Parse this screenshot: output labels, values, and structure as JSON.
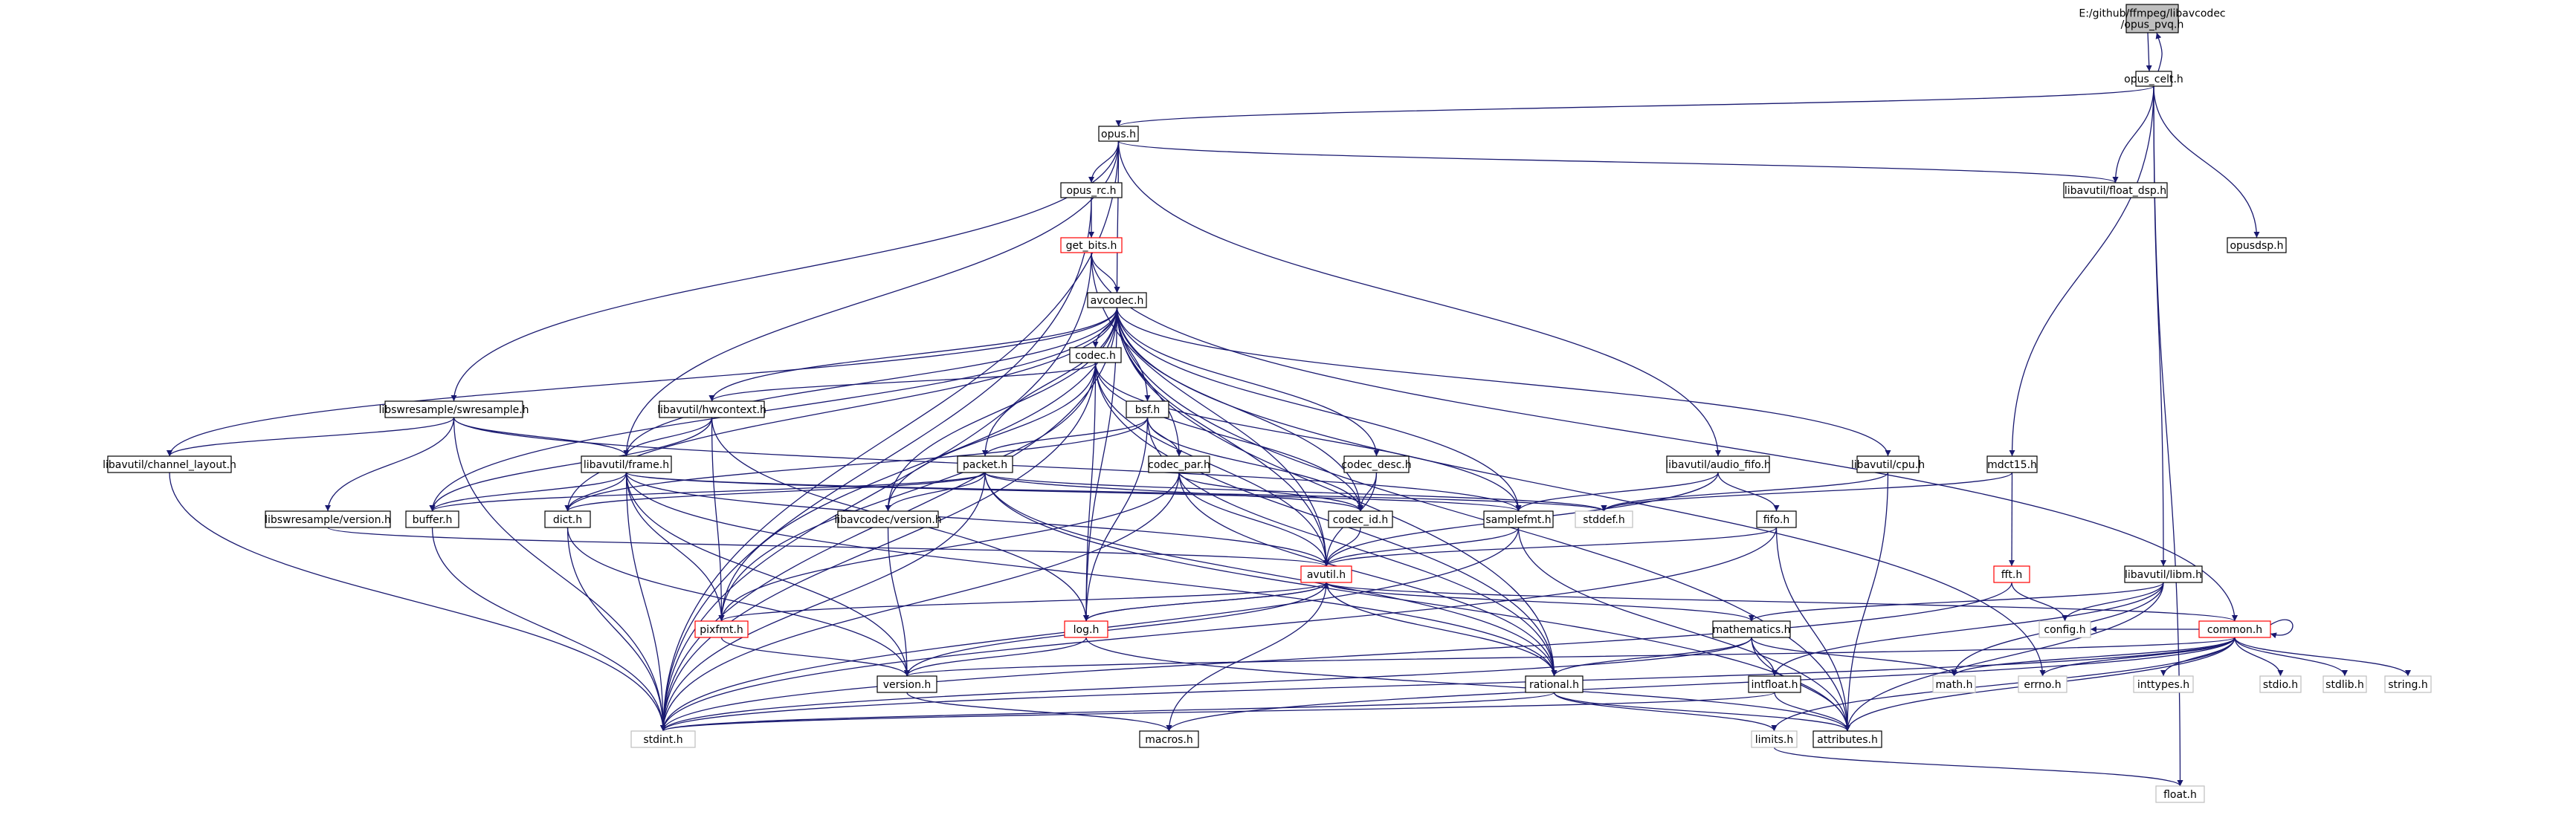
{
  "colors": {
    "edge": "#191970",
    "node_border": "#000000",
    "node_border_missing": "#ff0000",
    "root_fill": "#bfbfbf",
    "node_fill": "#ffffff",
    "missing_text": "#a0a0a0"
  },
  "root": {
    "lines": [
      "E:/github/ffmpeg/libavcodec",
      "/opus_pvq.h"
    ]
  },
  "nodes": {
    "opus_celt": "opus_celt.h",
    "opus": "opus.h",
    "opus_rc": "opus_rc.h",
    "float_dsp": "libavutil/float_dsp.h",
    "opusdsp": "opusdsp.h",
    "get_bits": "get_bits.h",
    "avcodec": "avcodec.h",
    "codec": "codec.h",
    "swresample": "libswresample/swresample.h",
    "hwcontext": "libavutil/hwcontext.h",
    "bsf": "bsf.h",
    "channel_layout": "libavutil/channel_layout.h",
    "frame": "libavutil/frame.h",
    "packet": "packet.h",
    "codec_par": "codec_par.h",
    "codec_desc": "codec_desc.h",
    "audio_fifo": "libavutil/audio_fifo.h",
    "cpu": "libavutil/cpu.h",
    "mdct15": "mdct15.h",
    "sw_version": "libswresample/version.h",
    "buffer": "buffer.h",
    "dict": "dict.h",
    "lc_version": "libavcodec/version.h",
    "codec_id": "codec_id.h",
    "samplefmt": "samplefmt.h",
    "stddef": "stddef.h",
    "fifo": "fifo.h",
    "avutil": "avutil.h",
    "fft": "fft.h",
    "libm": "libavutil/libm.h",
    "pixfmt": "pixfmt.h",
    "log": "log.h",
    "mathematics": "mathematics.h",
    "config": "config.h",
    "common": "common.h",
    "version": "version.h",
    "rational": "rational.h",
    "intfloat": "intfloat.h",
    "math": "math.h",
    "errno": "errno.h",
    "inttypes": "inttypes.h",
    "stdio": "stdio.h",
    "stdlib": "stdlib.h",
    "string": "string.h",
    "stdint": "stdint.h",
    "macros": "macros.h",
    "limits": "limits.h",
    "attributes": "attributes.h",
    "float": "float.h"
  },
  "missing": [
    "get_bits",
    "avutil",
    "fft",
    "pixfmt",
    "log",
    "common"
  ],
  "unlinked": [
    "stddef",
    "config",
    "math",
    "errno",
    "inttypes",
    "stdio",
    "stdlib",
    "string",
    "stdint",
    "limits",
    "float"
  ],
  "edges": [
    [
      "root",
      "opus_celt"
    ],
    [
      "opus_celt",
      "root"
    ],
    [
      "opus_celt",
      "opus"
    ],
    [
      "opus_celt",
      "float_dsp"
    ],
    [
      "opus_celt",
      "opusdsp"
    ],
    [
      "opus_celt",
      "mdct15"
    ],
    [
      "opus_celt",
      "libm"
    ],
    [
      "opus_celt",
      "float"
    ],
    [
      "opus",
      "opus_rc"
    ],
    [
      "opus",
      "avcodec"
    ],
    [
      "opus",
      "swresample"
    ],
    [
      "opus",
      "frame"
    ],
    [
      "opus",
      "audio_fifo"
    ],
    [
      "opus",
      "float_dsp"
    ],
    [
      "opus",
      "stdint"
    ],
    [
      "opus_rc",
      "get_bits"
    ],
    [
      "opus_rc",
      "stdint"
    ],
    [
      "get_bits",
      "avcodec"
    ],
    [
      "get_bits",
      "avutil"
    ],
    [
      "get_bits",
      "common"
    ],
    [
      "get_bits",
      "stdint"
    ],
    [
      "avcodec",
      "codec"
    ],
    [
      "avcodec",
      "hwcontext"
    ],
    [
      "avcodec",
      "bsf"
    ],
    [
      "avcodec",
      "frame"
    ],
    [
      "avcodec",
      "channel_layout"
    ],
    [
      "avcodec",
      "packet"
    ],
    [
      "avcodec",
      "codec_par"
    ],
    [
      "avcodec",
      "codec_desc"
    ],
    [
      "avcodec",
      "codec_id"
    ],
    [
      "avcodec",
      "lc_version"
    ],
    [
      "avcodec",
      "samplefmt"
    ],
    [
      "avcodec",
      "cpu"
    ],
    [
      "avcodec",
      "dict"
    ],
    [
      "avcodec",
      "buffer"
    ],
    [
      "avcodec",
      "pixfmt"
    ],
    [
      "avcodec",
      "log"
    ],
    [
      "avcodec",
      "avutil"
    ],
    [
      "avcodec",
      "rational"
    ],
    [
      "avcodec",
      "attributes"
    ],
    [
      "avcodec",
      "errno"
    ],
    [
      "avcodec",
      "stdint"
    ],
    [
      "codec",
      "hwcontext"
    ],
    [
      "codec",
      "codec_id"
    ],
    [
      "codec",
      "lc_version"
    ],
    [
      "codec",
      "samplefmt"
    ],
    [
      "codec",
      "avutil"
    ],
    [
      "codec",
      "log"
    ],
    [
      "codec",
      "pixfmt"
    ],
    [
      "codec",
      "rational"
    ],
    [
      "codec",
      "stdint"
    ],
    [
      "swresample",
      "channel_layout"
    ],
    [
      "swresample",
      "frame"
    ],
    [
      "swresample",
      "sw_version"
    ],
    [
      "swresample",
      "samplefmt"
    ],
    [
      "swresample",
      "stdint"
    ],
    [
      "hwcontext",
      "frame"
    ],
    [
      "hwcontext",
      "buffer"
    ],
    [
      "hwcontext",
      "pixfmt"
    ],
    [
      "hwcontext",
      "log"
    ],
    [
      "bsf",
      "packet"
    ],
    [
      "bsf",
      "codec_par"
    ],
    [
      "bsf",
      "codec_id"
    ],
    [
      "bsf",
      "dict"
    ],
    [
      "bsf",
      "log"
    ],
    [
      "bsf",
      "rational"
    ],
    [
      "channel_layout",
      "stdint"
    ],
    [
      "frame",
      "buffer"
    ],
    [
      "frame",
      "dict"
    ],
    [
      "frame",
      "stddef"
    ],
    [
      "frame",
      "avutil"
    ],
    [
      "frame",
      "pixfmt"
    ],
    [
      "frame",
      "samplefmt"
    ],
    [
      "frame",
      "rational"
    ],
    [
      "frame",
      "stdint"
    ],
    [
      "frame",
      "version"
    ],
    [
      "packet",
      "buffer"
    ],
    [
      "packet",
      "dict"
    ],
    [
      "packet",
      "lc_version"
    ],
    [
      "packet",
      "codec_id"
    ],
    [
      "packet",
      "stddef"
    ],
    [
      "packet",
      "rational"
    ],
    [
      "packet",
      "attributes"
    ],
    [
      "packet",
      "stdint"
    ],
    [
      "codec_par",
      "codec_id"
    ],
    [
      "codec_par",
      "avutil"
    ],
    [
      "codec_par",
      "pixfmt"
    ],
    [
      "codec_par",
      "rational"
    ],
    [
      "codec_par",
      "stdint"
    ],
    [
      "codec_desc",
      "codec_id"
    ],
    [
      "codec_desc",
      "avutil"
    ],
    [
      "audio_fifo",
      "samplefmt"
    ],
    [
      "audio_fifo",
      "avutil"
    ],
    [
      "audio_fifo",
      "fifo"
    ],
    [
      "cpu",
      "attributes"
    ],
    [
      "cpu",
      "stddef"
    ],
    [
      "mdct15",
      "fft"
    ],
    [
      "mdct15",
      "stddef"
    ],
    [
      "sw_version",
      "avutil"
    ],
    [
      "buffer",
      "stdint"
    ],
    [
      "dict",
      "stdint"
    ],
    [
      "dict",
      "version"
    ],
    [
      "lc_version",
      "version"
    ],
    [
      "codec_id",
      "avutil"
    ],
    [
      "samplefmt",
      "avutil"
    ],
    [
      "samplefmt",
      "attributes"
    ],
    [
      "samplefmt",
      "stdint"
    ],
    [
      "fifo",
      "avutil"
    ],
    [
      "fifo",
      "attributes"
    ],
    [
      "fifo",
      "stdint"
    ],
    [
      "avutil",
      "common"
    ],
    [
      "avutil",
      "log"
    ],
    [
      "avutil",
      "pixfmt"
    ],
    [
      "avutil",
      "mathematics"
    ],
    [
      "avutil",
      "rational"
    ],
    [
      "avutil",
      "version"
    ],
    [
      "avutil",
      "macros"
    ],
    [
      "fft",
      "config"
    ],
    [
      "fft",
      "stdint"
    ],
    [
      "libm",
      "config"
    ],
    [
      "libm",
      "attributes"
    ],
    [
      "libm",
      "intfloat"
    ],
    [
      "libm",
      "mathematics"
    ],
    [
      "libm",
      "math"
    ],
    [
      "pixfmt",
      "version"
    ],
    [
      "log",
      "avutil"
    ],
    [
      "log",
      "version"
    ],
    [
      "log",
      "attributes"
    ],
    [
      "mathematics",
      "rational"
    ],
    [
      "mathematics",
      "intfloat"
    ],
    [
      "mathematics",
      "attributes"
    ],
    [
      "mathematics",
      "math"
    ],
    [
      "mathematics",
      "stdint"
    ],
    [
      "common",
      "common"
    ],
    [
      "common",
      "attributes"
    ],
    [
      "common",
      "config"
    ],
    [
      "common",
      "errno"
    ],
    [
      "common",
      "inttypes"
    ],
    [
      "common",
      "limits"
    ],
    [
      "common",
      "math"
    ],
    [
      "common",
      "stdint"
    ],
    [
      "common",
      "stdio"
    ],
    [
      "common",
      "stdlib"
    ],
    [
      "common",
      "string"
    ],
    [
      "common",
      "macros"
    ],
    [
      "common",
      "version"
    ],
    [
      "version",
      "macros"
    ],
    [
      "rational",
      "limits"
    ],
    [
      "rational",
      "attributes"
    ],
    [
      "rational",
      "stdint"
    ],
    [
      "intfloat",
      "attributes"
    ],
    [
      "intfloat",
      "stdint"
    ],
    [
      "limits",
      "float"
    ]
  ]
}
